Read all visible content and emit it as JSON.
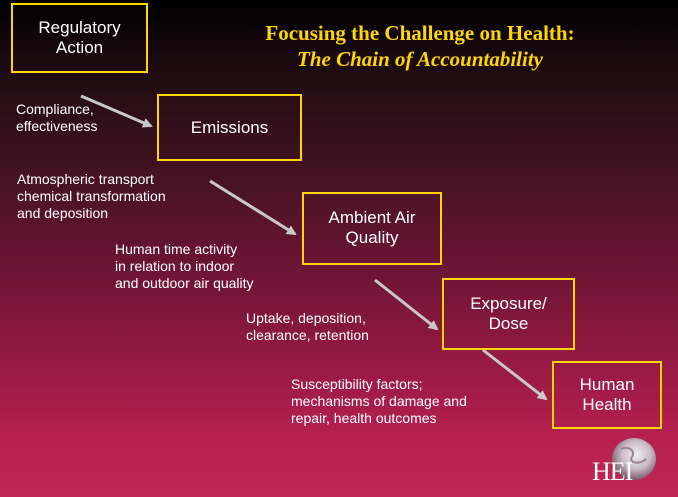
{
  "title": {
    "line1": "Focusing the Challenge on Health:",
    "line2": "The Chain of Accountability"
  },
  "boxes": {
    "regulatory": "Regulatory\nAction",
    "emissions": "Emissions",
    "ambient": "Ambient Air\nQuality",
    "exposure": "Exposure/\nDose",
    "health": "Human\nHealth"
  },
  "labels": {
    "compliance": "Compliance,\neffectiveness",
    "transport": "Atmospheric transport\nchemical transformation\nand deposition",
    "activity": "Human time activity\nin relation to indoor\nand outdoor air quality",
    "uptake": "Uptake, deposition,\nclearance, retention",
    "susceptibility": "Susceptibility factors;\nmechanisms of damage and\nrepair, health outcomes"
  },
  "logo": {
    "text": "HEI"
  },
  "colors": {
    "box_border": "#ffd600",
    "title": "#ffd600",
    "arrow": "#c8c8c8"
  }
}
